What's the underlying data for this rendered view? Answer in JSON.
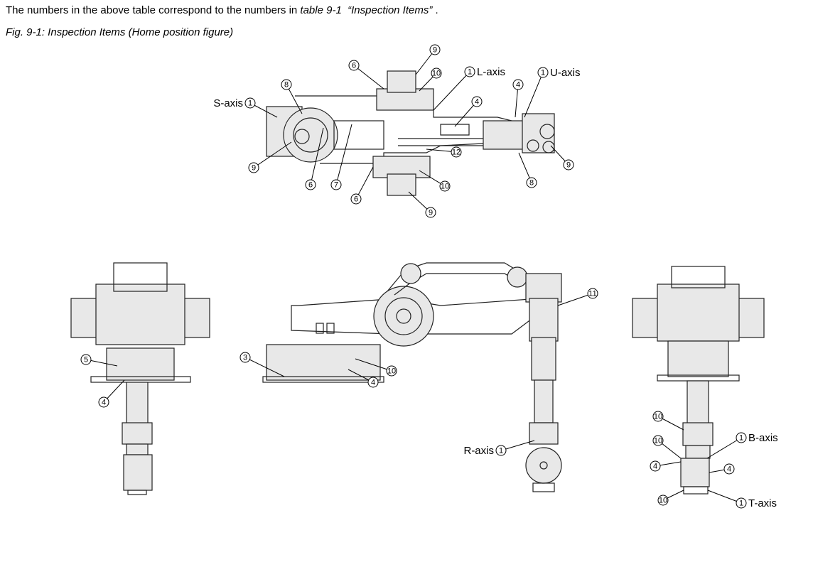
{
  "intro": {
    "text_before": "The numbers in the above table correspond to the numbers in ",
    "table_ref": "table 9-1",
    "table_title": "“Inspection Items”",
    "text_after": " ."
  },
  "figure": {
    "caption": "Fig. 9-1: Inspection Items (Home position figure)",
    "axis_labels": {
      "s": "S-axis",
      "l": "L-axis",
      "u": "U-axis",
      "r": "R-axis",
      "b": "B-axis",
      "t": "T-axis"
    },
    "callout_numbers": {
      "n1": "1",
      "n3": "3",
      "n4": "4",
      "n5": "5",
      "n6": "6",
      "n7": "7",
      "n8": "8",
      "n9": "9",
      "n10": "10",
      "n11": "11",
      "n12": "12"
    }
  }
}
